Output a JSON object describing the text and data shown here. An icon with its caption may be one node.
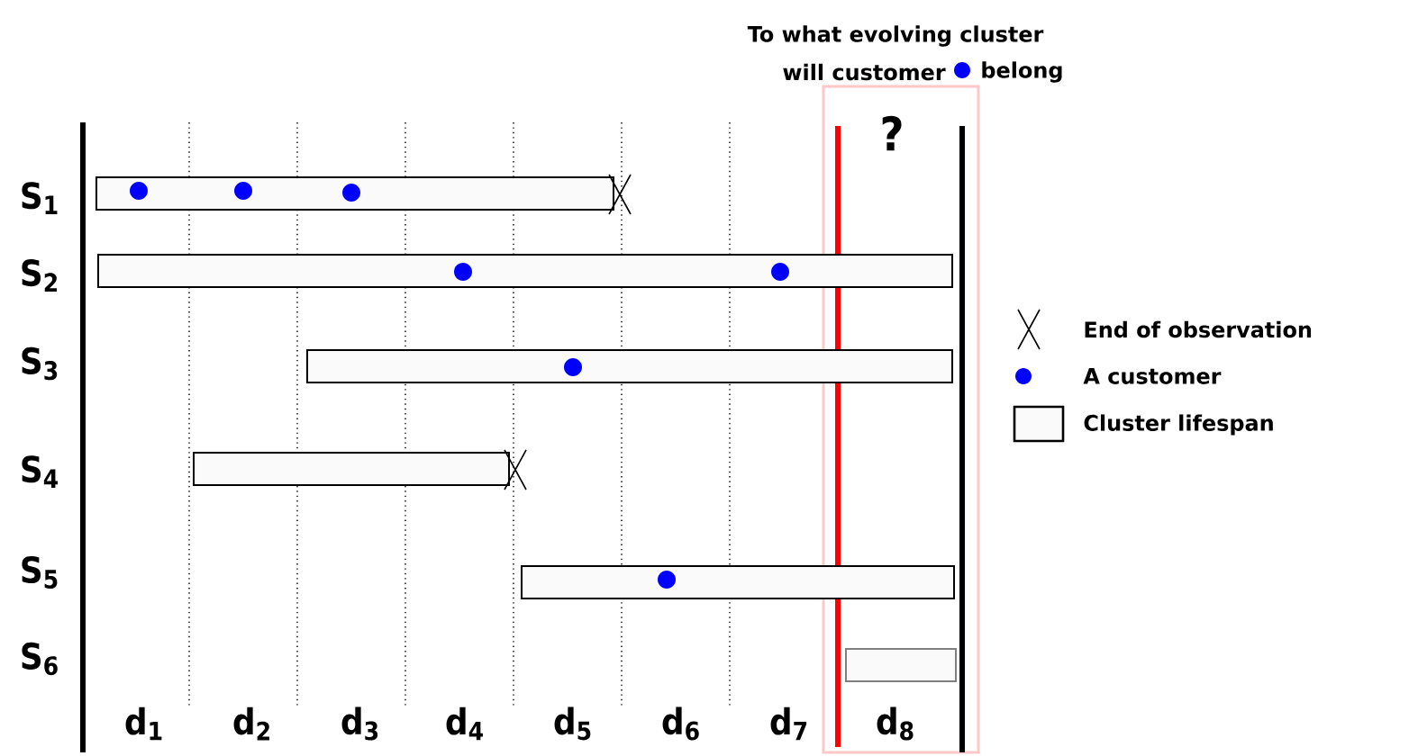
{
  "diagram": {
    "nodes": [
      {
        "text": [],
        "shape": "bar"
      },
      {
        "text": [],
        "shape": "bar"
      },
      {
        "text": [],
        "shape": "bar"
      },
      {
        "text": [],
        "shape": "bar"
      },
      {
        "text": [],
        "shape": "bar"
      },
      {
        "text": [],
        "shape": "bar"
      }
    ],
    "edges": [],
    "labels": [
      "To what evolving cluster",
      "will customer",
      "belong",
      "?",
      "S$_{1}$",
      "S$_{2}$",
      "S$_{3}$",
      "S$_{4}$",
      "S$_{5}$",
      "S$_{6}$",
      "d$_{1}$",
      "d$_{2}$",
      "d$_{3}$",
      "d$_{4}$",
      "d$_{5}$",
      "d$_{6}$",
      "d$_{7}$",
      "d$_{8}$"
    ],
    "legend": [
      {
        "text": "End of observation"
      },
      {
        "text": "A customer"
      },
      {
        "text": "Cluster lifespan"
      }
    ]
  }
}
